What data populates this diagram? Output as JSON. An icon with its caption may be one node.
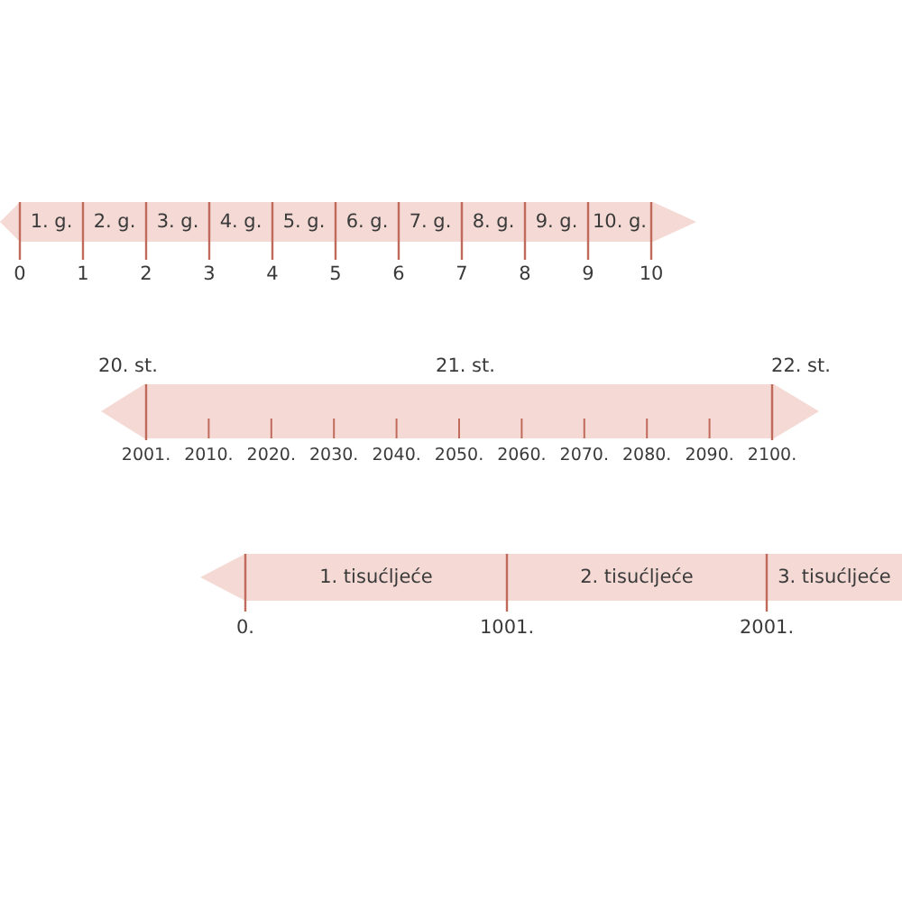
{
  "diagram": {
    "nodes": [
      {
        "text": [],
        "shape": "arrow"
      },
      {
        "text": [
          "1. g."
        ],
        "in": 0
      },
      {
        "text": [
          "2. g."
        ],
        "in": 0
      },
      {
        "text": [
          "3. g."
        ],
        "in": 0
      },
      {
        "text": [
          "4. g."
        ],
        "in": 0
      },
      {
        "text": [
          "5. g."
        ],
        "in": 0
      },
      {
        "text": [
          "6. g."
        ],
        "in": 0
      },
      {
        "text": [
          "7. g."
        ],
        "in": 0
      },
      {
        "text": [
          "8. g."
        ],
        "in": 0
      },
      {
        "text": [
          "9. g."
        ],
        "in": 0
      },
      {
        "text": [
          "10. g."
        ],
        "in": 0
      },
      {
        "text": [],
        "shape": "arrow"
      },
      {
        "text": [],
        "shape": "arrow"
      },
      {
        "text": [
          "1. tisućljeće"
        ],
        "in": 12
      },
      {
        "text": [
          "2. tisućljeće"
        ],
        "in": 12
      },
      {
        "text": [
          "3. tisućljeće"
        ],
        "in": 12
      }
    ],
    "labels": [
      "0",
      "1",
      "2",
      "3",
      "4",
      "5",
      "6",
      "7",
      "8",
      "9",
      "10",
      "20. st.",
      "21. st.",
      "22. st.",
      "2001.",
      "2010.",
      "2020.",
      "2030.",
      "2040.",
      "2050.",
      "2060.",
      "2070.",
      "2080.",
      "2090.",
      "2100.",
      "0.",
      "1001.",
      "2001."
    ]
  }
}
